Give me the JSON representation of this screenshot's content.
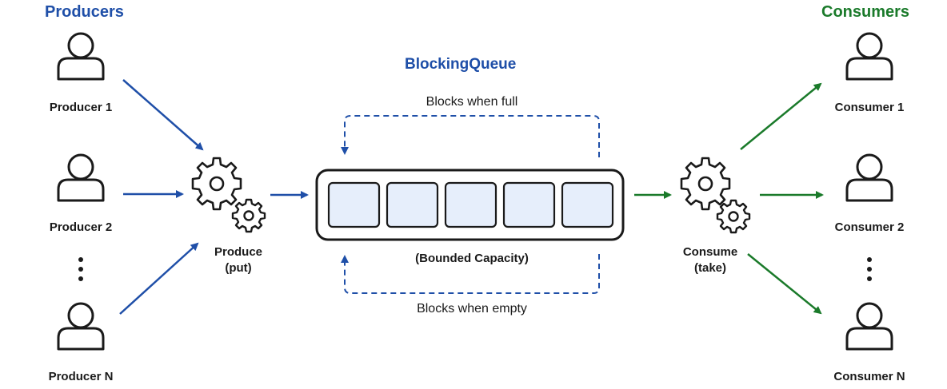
{
  "producers": {
    "title": "Producers",
    "items": [
      "Producer 1",
      "Producer 2",
      "Producer N"
    ]
  },
  "consumers": {
    "title": "Consumers",
    "items": [
      "Consumer 1",
      "Consumer 2",
      "Consumer N"
    ]
  },
  "queue": {
    "title": "BlockingQueue",
    "capacity_label": "(Bounded Capacity)",
    "slot_count": 5,
    "blocks_full": "Blocks when full",
    "blocks_empty": "Blocks when empty"
  },
  "produce": {
    "line1": "Produce",
    "line2": "(put)"
  },
  "consume": {
    "line1": "Consume",
    "line2": "(take)"
  },
  "colors": {
    "producer_accent": "#1f4fa8",
    "consumer_accent": "#1a7a2a",
    "queue_slot_fill": "#e6eefb",
    "ink": "#1a1a1a"
  },
  "icons": [
    "person-icon",
    "gear-icon",
    "vertical-ellipsis-icon"
  ]
}
